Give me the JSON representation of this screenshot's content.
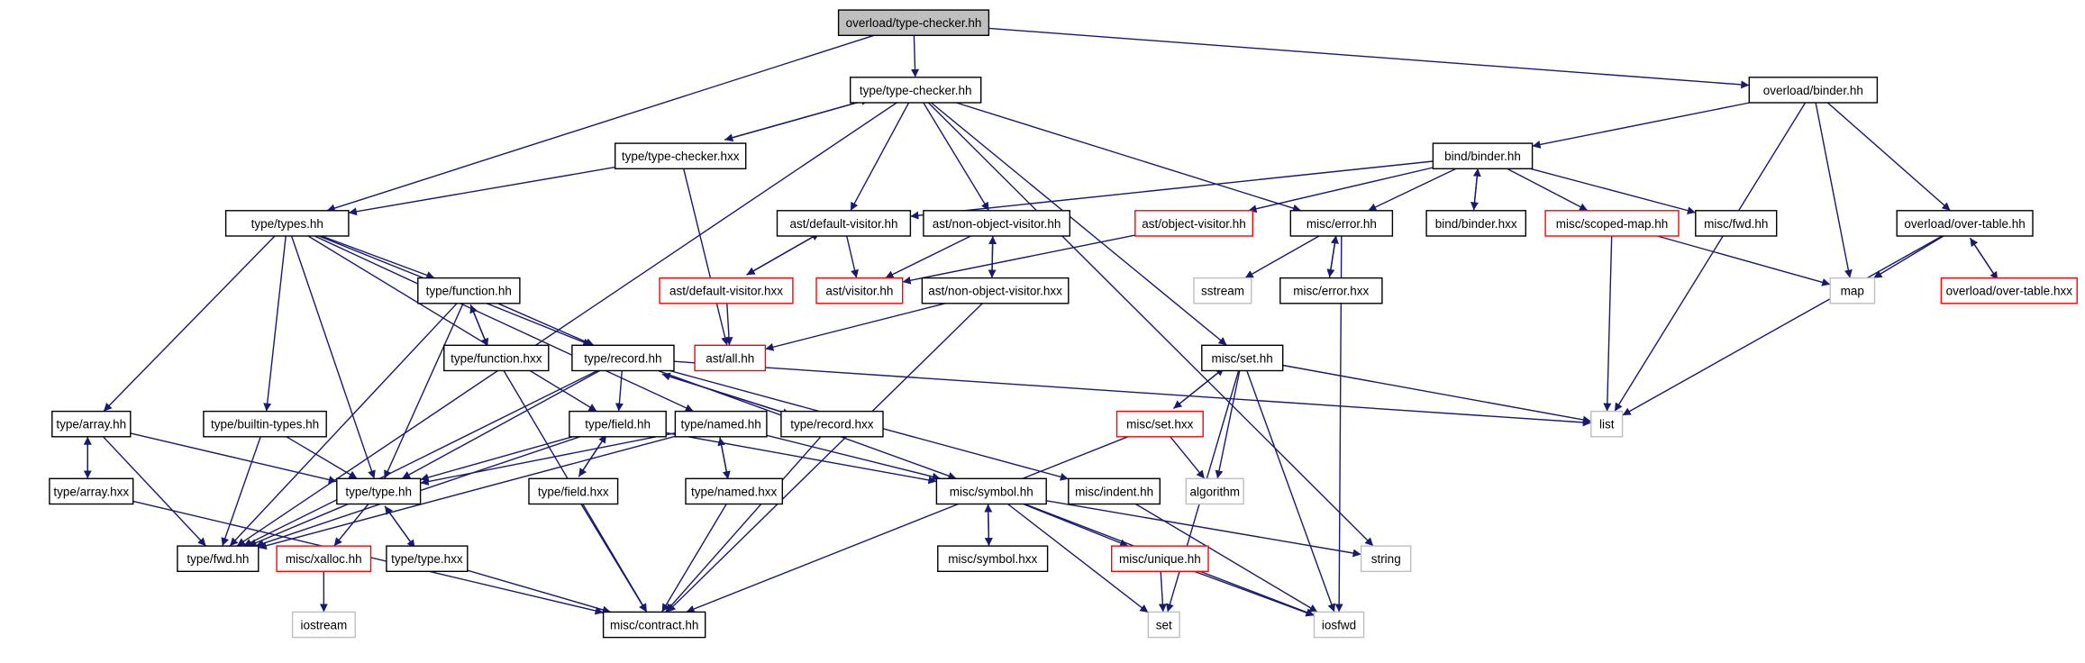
{
  "graph": {
    "nodes": [
      {
        "id": "root",
        "label": "overload/type-checker.hh",
        "style": "root"
      },
      {
        "id": "tc",
        "label": "type/type-checker.hh",
        "style": "normal"
      },
      {
        "id": "ob",
        "label": "overload/binder.hh",
        "style": "normal"
      },
      {
        "id": "tchxx",
        "label": "type/type-checker.hxx",
        "style": "normal"
      },
      {
        "id": "bb",
        "label": "bind/binder.hh",
        "style": "normal"
      },
      {
        "id": "tt",
        "label": "type/types.hh",
        "style": "normal"
      },
      {
        "id": "dv",
        "label": "ast/default-visitor.hh",
        "style": "normal"
      },
      {
        "id": "nov",
        "label": "ast/non-object-visitor.hh",
        "style": "normal"
      },
      {
        "id": "ov",
        "label": "ast/object-visitor.hh",
        "style": "truncated"
      },
      {
        "id": "err",
        "label": "misc/error.hh",
        "style": "normal"
      },
      {
        "id": "bbhxx",
        "label": "bind/binder.hxx",
        "style": "normal"
      },
      {
        "id": "sm",
        "label": "misc/scoped-map.hh",
        "style": "truncated"
      },
      {
        "id": "fwdm",
        "label": "misc/fwd.hh",
        "style": "normal"
      },
      {
        "id": "ot",
        "label": "overload/over-table.hh",
        "style": "normal"
      },
      {
        "id": "fn",
        "label": "type/function.hh",
        "style": "normal"
      },
      {
        "id": "dvhxx",
        "label": "ast/default-visitor.hxx",
        "style": "truncated"
      },
      {
        "id": "vis",
        "label": "ast/visitor.hh",
        "style": "truncated"
      },
      {
        "id": "novhxx",
        "label": "ast/non-object-visitor.hxx",
        "style": "normal"
      },
      {
        "id": "sstream",
        "label": "sstream",
        "style": "external"
      },
      {
        "id": "errhxx",
        "label": "misc/error.hxx",
        "style": "normal"
      },
      {
        "id": "map",
        "label": "map",
        "style": "external"
      },
      {
        "id": "othxx",
        "label": "overload/over-table.hxx",
        "style": "truncated"
      },
      {
        "id": "all",
        "label": "ast/all.hh",
        "style": "truncated"
      },
      {
        "id": "fnhxx",
        "label": "type/function.hxx",
        "style": "normal"
      },
      {
        "id": "rec",
        "label": "type/record.hh",
        "style": "normal"
      },
      {
        "id": "set",
        "label": "misc/set.hh",
        "style": "normal"
      },
      {
        "id": "arr",
        "label": "type/array.hh",
        "style": "normal"
      },
      {
        "id": "bt",
        "label": "type/builtin-types.hh",
        "style": "normal"
      },
      {
        "id": "fld",
        "label": "type/field.hh",
        "style": "normal"
      },
      {
        "id": "nam",
        "label": "type/named.hh",
        "style": "normal"
      },
      {
        "id": "rechxx",
        "label": "type/record.hxx",
        "style": "normal"
      },
      {
        "id": "sethxx",
        "label": "misc/set.hxx",
        "style": "truncated"
      },
      {
        "id": "list",
        "label": "list",
        "style": "external"
      },
      {
        "id": "arrhxx",
        "label": "type/array.hxx",
        "style": "normal"
      },
      {
        "id": "th",
        "label": "type/type.hh",
        "style": "normal"
      },
      {
        "id": "fldhxx",
        "label": "type/field.hxx",
        "style": "normal"
      },
      {
        "id": "namhxx",
        "label": "type/named.hxx",
        "style": "normal"
      },
      {
        "id": "sym",
        "label": "misc/symbol.hh",
        "style": "normal"
      },
      {
        "id": "ind",
        "label": "misc/indent.hh",
        "style": "normal"
      },
      {
        "id": "algorithm",
        "label": "algorithm",
        "style": "external"
      },
      {
        "id": "fwdt",
        "label": "type/fwd.hh",
        "style": "normal"
      },
      {
        "id": "xal",
        "label": "misc/xalloc.hh",
        "style": "truncated"
      },
      {
        "id": "thxx",
        "label": "type/type.hxx",
        "style": "normal"
      },
      {
        "id": "symhxx",
        "label": "misc/symbol.hxx",
        "style": "normal"
      },
      {
        "id": "uni",
        "label": "misc/unique.hh",
        "style": "truncated"
      },
      {
        "id": "string",
        "label": "string",
        "style": "external"
      },
      {
        "id": "iostream",
        "label": "iostream",
        "style": "external"
      },
      {
        "id": "con",
        "label": "misc/contract.hh",
        "style": "normal"
      },
      {
        "id": "setstd",
        "label": "set",
        "style": "external"
      },
      {
        "id": "iosfwd",
        "label": "iosfwd",
        "style": "external"
      }
    ],
    "edges": [
      [
        "root",
        "tc"
      ],
      [
        "root",
        "tt"
      ],
      [
        "root",
        "ob"
      ],
      [
        "tc",
        "tchxx"
      ],
      [
        "tc",
        "fwdt"
      ],
      [
        "tc",
        "dv"
      ],
      [
        "tc",
        "nov"
      ],
      [
        "tc",
        "err"
      ],
      [
        "tc",
        "set"
      ],
      [
        "tc",
        "string"
      ],
      [
        "tchxx",
        "tc"
      ],
      [
        "tchxx",
        "tt"
      ],
      [
        "tchxx",
        "all"
      ],
      [
        "ob",
        "bb"
      ],
      [
        "ob",
        "map"
      ],
      [
        "ob",
        "list"
      ],
      [
        "ob",
        "ot"
      ],
      [
        "bb",
        "dv"
      ],
      [
        "bb",
        "ov"
      ],
      [
        "bb",
        "err"
      ],
      [
        "bb",
        "bbhxx"
      ],
      [
        "bb",
        "sm"
      ],
      [
        "bb",
        "fwdm"
      ],
      [
        "bbhxx",
        "bb"
      ],
      [
        "tt",
        "fn"
      ],
      [
        "tt",
        "rec"
      ],
      [
        "tt",
        "arr"
      ],
      [
        "tt",
        "bt"
      ],
      [
        "tt",
        "th"
      ],
      [
        "tt",
        "fld"
      ],
      [
        "tt",
        "nam"
      ],
      [
        "dv",
        "dvhxx"
      ],
      [
        "dv",
        "vis"
      ],
      [
        "dvhxx",
        "dv"
      ],
      [
        "dvhxx",
        "all"
      ],
      [
        "nov",
        "vis"
      ],
      [
        "nov",
        "novhxx"
      ],
      [
        "novhxx",
        "nov"
      ],
      [
        "novhxx",
        "all"
      ],
      [
        "novhxx",
        "con"
      ],
      [
        "ov",
        "vis"
      ],
      [
        "err",
        "sstream"
      ],
      [
        "err",
        "errhxx"
      ],
      [
        "err",
        "iosfwd"
      ],
      [
        "errhxx",
        "err"
      ],
      [
        "sm",
        "list"
      ],
      [
        "sm",
        "map"
      ],
      [
        "ot",
        "map"
      ],
      [
        "ot",
        "othxx"
      ],
      [
        "ot",
        "list"
      ],
      [
        "othxx",
        "ot"
      ],
      [
        "fn",
        "fnhxx"
      ],
      [
        "fn",
        "rec"
      ],
      [
        "fn",
        "fwdt"
      ],
      [
        "fn",
        "th"
      ],
      [
        "fnhxx",
        "fn"
      ],
      [
        "fnhxx",
        "con"
      ],
      [
        "rec",
        "rechxx"
      ],
      [
        "rec",
        "fld"
      ],
      [
        "rec",
        "th"
      ],
      [
        "rec",
        "fwdt"
      ],
      [
        "rec",
        "sym"
      ],
      [
        "rec",
        "ind"
      ],
      [
        "rec",
        "list"
      ],
      [
        "rechxx",
        "rec"
      ],
      [
        "rechxx",
        "con"
      ],
      [
        "set",
        "sethxx"
      ],
      [
        "set",
        "list"
      ],
      [
        "set",
        "algorithm"
      ],
      [
        "set",
        "setstd"
      ],
      [
        "set",
        "iosfwd"
      ],
      [
        "sethxx",
        "set"
      ],
      [
        "sethxx",
        "algorithm"
      ],
      [
        "sethxx",
        "con"
      ],
      [
        "arr",
        "arrhxx"
      ],
      [
        "arr",
        "th"
      ],
      [
        "arr",
        "fwdt"
      ],
      [
        "arrhxx",
        "arr"
      ],
      [
        "arrhxx",
        "con"
      ],
      [
        "bt",
        "th"
      ],
      [
        "bt",
        "fwdt"
      ],
      [
        "fld",
        "fldhxx"
      ],
      [
        "fld",
        "th"
      ],
      [
        "fld",
        "sym"
      ],
      [
        "fld",
        "fwdt"
      ],
      [
        "fldhxx",
        "fld"
      ],
      [
        "fldhxx",
        "con"
      ],
      [
        "nam",
        "namhxx"
      ],
      [
        "nam",
        "th"
      ],
      [
        "nam",
        "sym"
      ],
      [
        "nam",
        "fwdt"
      ],
      [
        "namhxx",
        "nam"
      ],
      [
        "namhxx",
        "con"
      ],
      [
        "th",
        "thxx"
      ],
      [
        "th",
        "fwdt"
      ],
      [
        "th",
        "xal"
      ],
      [
        "thxx",
        "th"
      ],
      [
        "thxx",
        "con"
      ],
      [
        "xal",
        "iostream"
      ],
      [
        "sym",
        "symhxx"
      ],
      [
        "sym",
        "uni"
      ],
      [
        "sym",
        "string"
      ],
      [
        "sym",
        "setstd"
      ],
      [
        "sym",
        "iosfwd"
      ],
      [
        "symhxx",
        "sym"
      ],
      [
        "uni",
        "setstd"
      ],
      [
        "uni",
        "iosfwd"
      ],
      [
        "ind",
        "iosfwd"
      ]
    ],
    "colors": {
      "edge": "#191970",
      "root_fill": "#bfbfbf",
      "normal_border": "#000000",
      "truncated_border": "#ff0000",
      "external_border": "#bfbfbf",
      "text": "#000000"
    }
  }
}
